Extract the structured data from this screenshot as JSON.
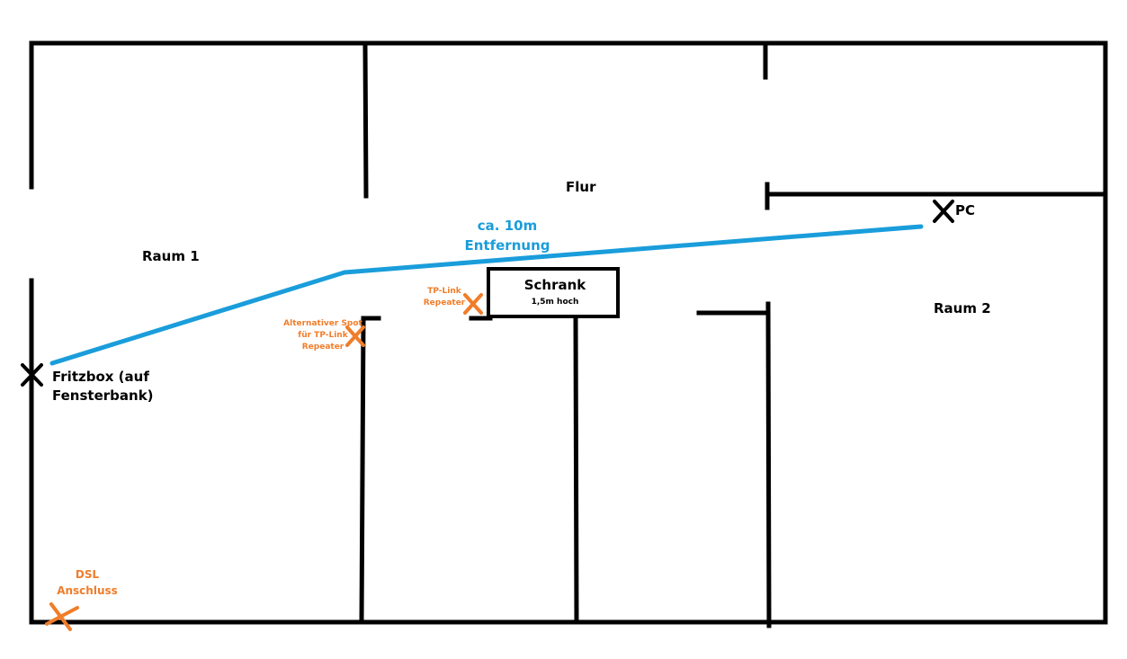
{
  "colors": {
    "wall": "#000000",
    "cable": "#1a9ddb",
    "orange": "#f07d2a",
    "marker_black": "#000000"
  },
  "labels": {
    "flur": "Flur",
    "raum1": "Raum 1",
    "raum2": "Raum 2",
    "pc": "PC",
    "fritzbox_line1": "Fritzbox (auf",
    "fritzbox_line2": "Fensterbank)",
    "distance_line1": "ca. 10m",
    "distance_line2": "Entfernung",
    "schrank": "Schrank",
    "schrank_height": "1,5m hoch",
    "tp_link_line1": "TP-Link",
    "tp_link_line2": "Repeater",
    "alt_line1": "Alternativer Spot",
    "alt_line2": "für TP-Link",
    "alt_line3": "Repeater",
    "dsl_line1": "DSL",
    "dsl_line2": "Anschluss"
  },
  "markers": [
    {
      "name": "fritzbox-marker-icon",
      "shape": "x",
      "color": "black"
    },
    {
      "name": "pc-marker-icon",
      "shape": "x",
      "color": "black"
    },
    {
      "name": "tp-link-marker-icon",
      "shape": "x",
      "color": "orange"
    },
    {
      "name": "alt-spot-marker-icon",
      "shape": "x",
      "color": "orange"
    },
    {
      "name": "dsl-marker-icon",
      "shape": "x",
      "color": "orange"
    }
  ]
}
